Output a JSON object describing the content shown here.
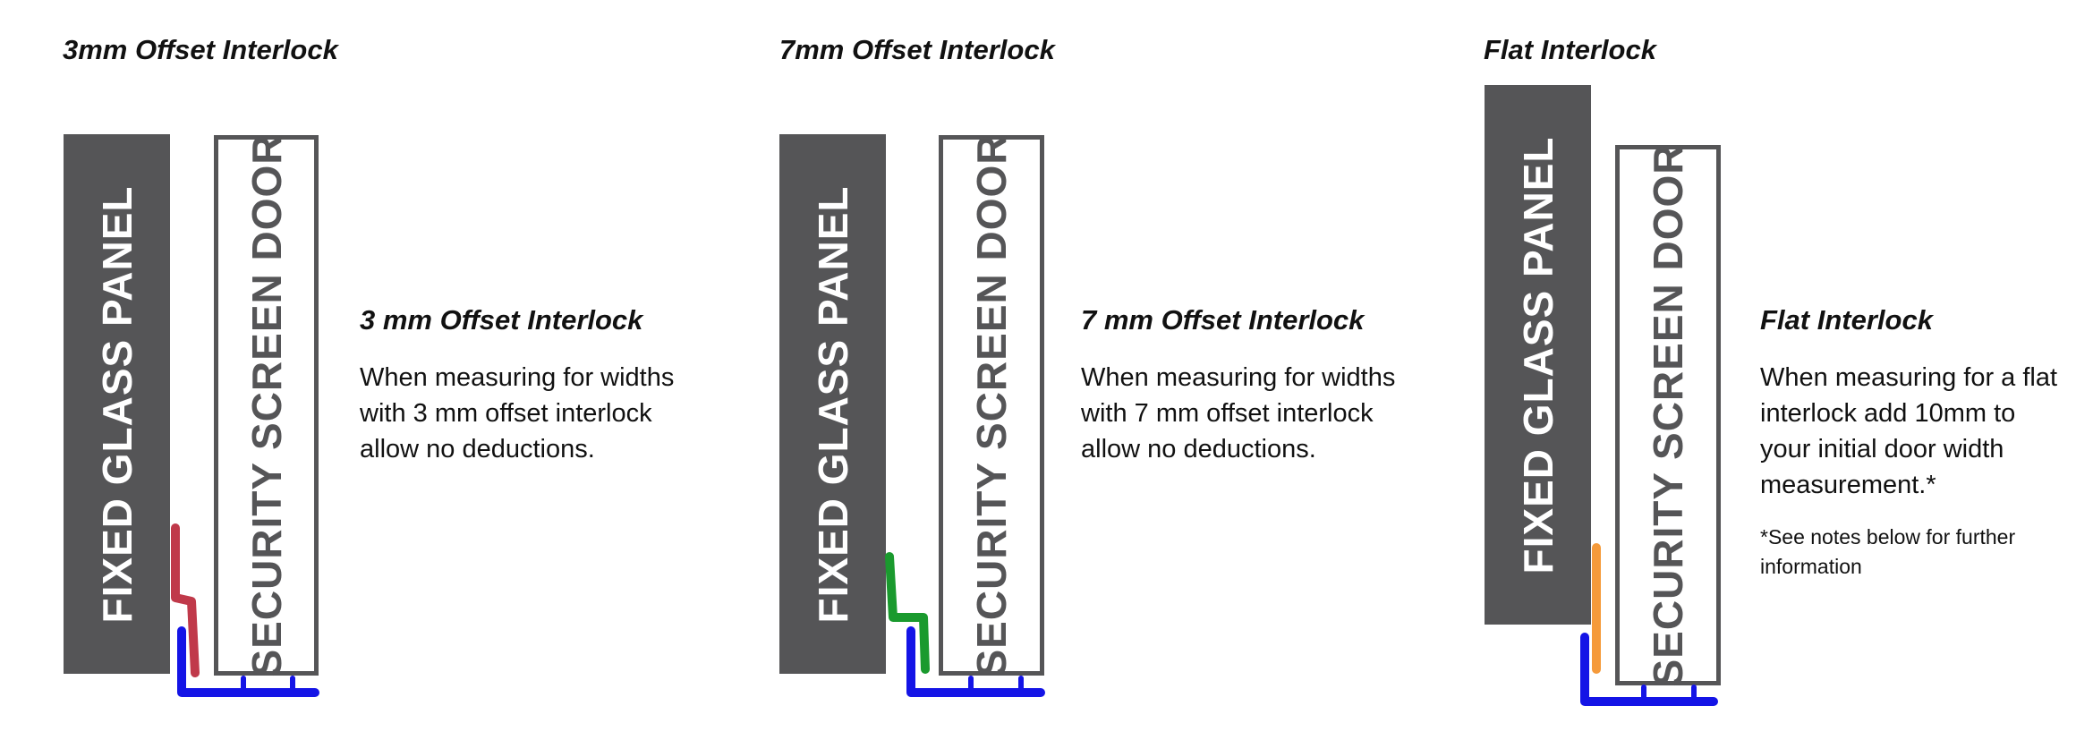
{
  "sections": [
    {
      "title": "3mm Offset Interlock",
      "panel_label": "FIXED GLASS PANEL",
      "door_label": "SECURITY SCREEN DOOR",
      "heading": "3 mm Offset Interlock",
      "body_lines": [
        "When  measuring for widths",
        "with 3 mm offset interlock",
        "allow no deductions."
      ],
      "interlock_color": "#c0394a",
      "channel_color": "#1414e6"
    },
    {
      "title": "7mm Offset Interlock",
      "panel_label": "FIXED GLASS PANEL",
      "door_label": "SECURITY SCREEN DOOR",
      "heading": "7 mm Offset Interlock",
      "body_lines": [
        "When measuring for widths",
        "with 7 mm offset interlock",
        "allow no deductions."
      ],
      "interlock_color": "#1a9a2e",
      "channel_color": "#1414e6"
    },
    {
      "title": "Flat Interlock",
      "panel_label": "FIXED GLASS PANEL",
      "door_label": "SECURITY SCREEN DOOR",
      "heading": "Flat Interlock",
      "body_lines": [
        "When measuring for a flat",
        "interlock add 10mm to",
        "your initial door width",
        "measurement.*"
      ],
      "note_lines": [
        "*See notes below for further",
        "information"
      ],
      "interlock_color": "#f59a3a",
      "channel_color": "#1414e6"
    }
  ]
}
